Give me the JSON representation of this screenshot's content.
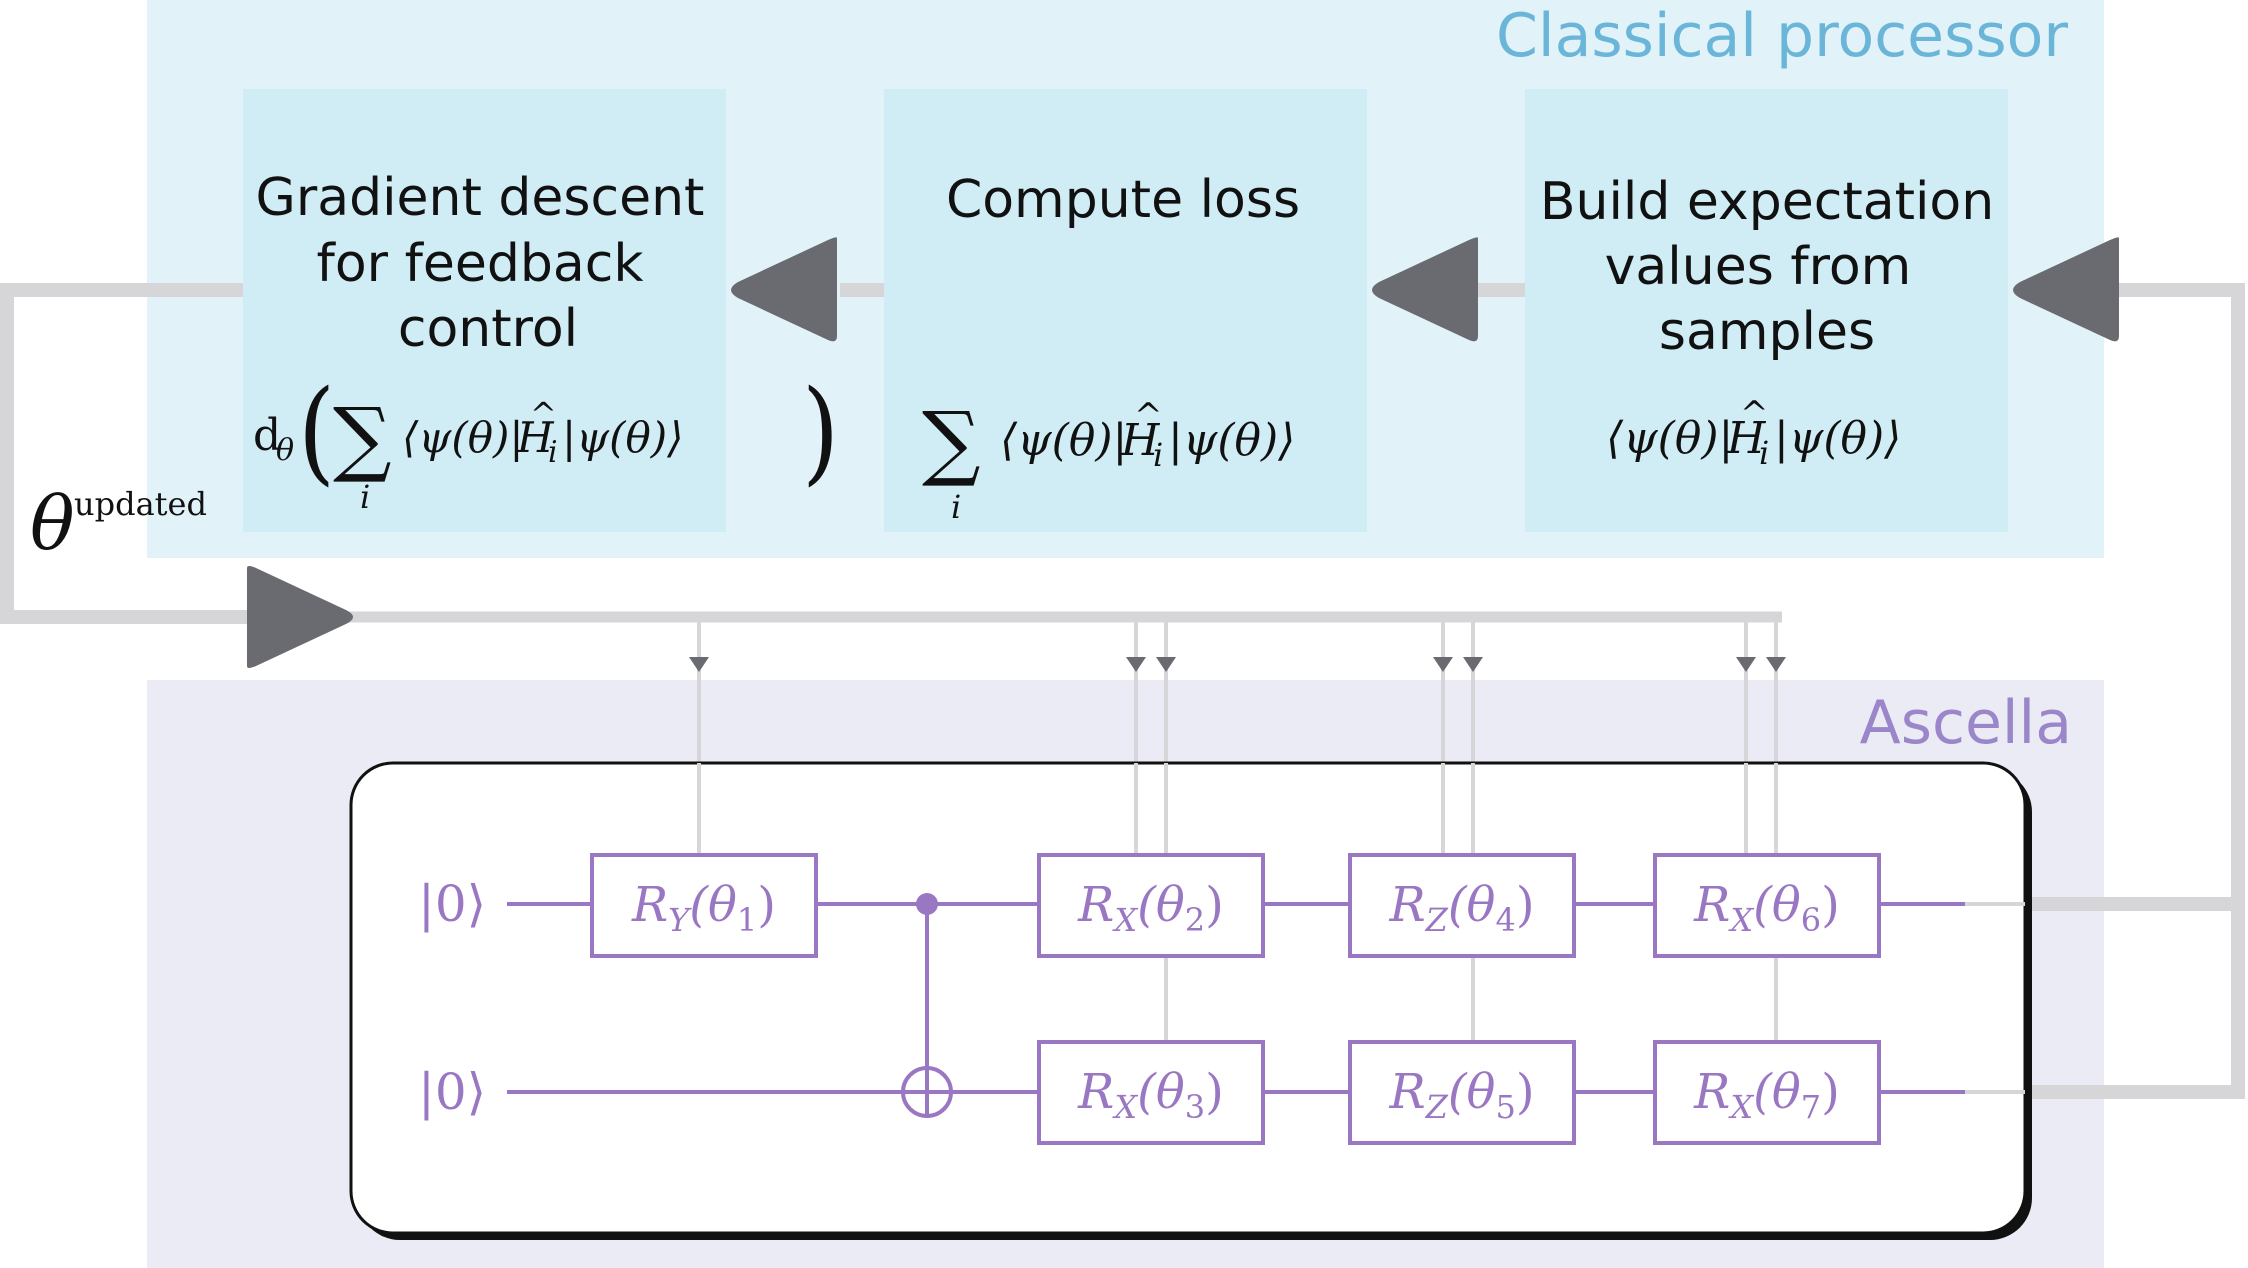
{
  "colors": {
    "classical_bg": "#e1f3f9",
    "classical_box": "#d0ecf5",
    "classical_title": "#6bb6d8",
    "quantum_bg": "#ebebf5",
    "quantum_title": "#9a86c8",
    "gate": "#9a77c2",
    "arrow": "#6a6b70",
    "wire_gray": "#d6d6d8"
  },
  "classical": {
    "title": "Classical processor",
    "box_gradient": {
      "line1": "Gradient descent",
      "line2": "for feedback",
      "line3": "control",
      "formula": {
        "d": "d",
        "theta_sub": "θ",
        "sum": "∑",
        "index": "i",
        "body_pre": "⟨ψ(θ)|",
        "H": "H",
        "hat": "^",
        "H_sub": "i",
        "body_post": "|ψ(θ)⟩",
        "lparen": "(",
        "rparen": ")"
      }
    },
    "box_loss": {
      "line1": "Compute loss",
      "formula": {
        "sum": "∑",
        "index": "i",
        "body_pre": "⟨ψ(θ)|",
        "H": "H",
        "hat": "^",
        "H_sub": "i",
        "body_post": "|ψ(θ)⟩"
      }
    },
    "box_expect": {
      "line1": "Build expectation",
      "line2": "values from",
      "line3": "samples",
      "formula": {
        "body_pre": "⟨ψ(θ)|",
        "H": "H",
        "hat": "^",
        "H_sub": "i",
        "body_post": "|ψ(θ)⟩"
      }
    }
  },
  "feedback": {
    "theta": "θ",
    "superscript": "updated"
  },
  "quantum": {
    "title": "Ascella",
    "kets": [
      "|0⟩",
      "|0⟩"
    ],
    "gates": [
      {
        "R": "R",
        "axis": "Y",
        "arg_open": "(θ",
        "idx": "1",
        "arg_close": ")"
      },
      {
        "R": "R",
        "axis": "X",
        "arg_open": "(θ",
        "idx": "2",
        "arg_close": ")"
      },
      {
        "R": "R",
        "axis": "X",
        "arg_open": "(θ",
        "idx": "3",
        "arg_close": ")"
      },
      {
        "R": "R",
        "axis": "Z",
        "arg_open": "(θ",
        "idx": "4",
        "arg_close": ")"
      },
      {
        "R": "R",
        "axis": "Z",
        "arg_open": "(θ",
        "idx": "5",
        "arg_close": ")"
      },
      {
        "R": "R",
        "axis": "X",
        "arg_open": "(θ",
        "idx": "6",
        "arg_close": ")"
      },
      {
        "R": "R",
        "axis": "X",
        "arg_open": "(θ",
        "idx": "7",
        "arg_close": ")"
      }
    ]
  }
}
